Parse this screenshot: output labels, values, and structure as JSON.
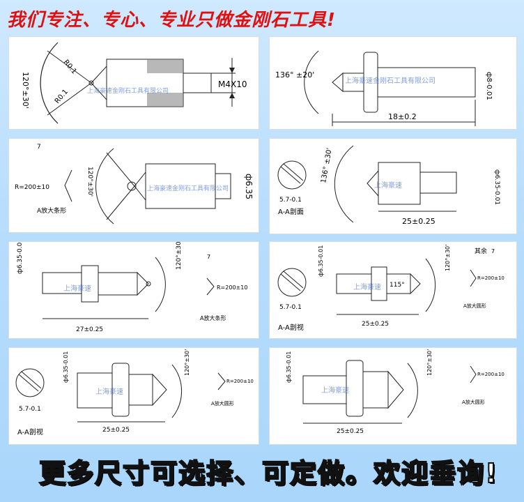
{
  "header": {
    "slogan": "我们专注、专心、专业只做金刚石工具!"
  },
  "footer": {
    "slogan": "更多尺寸可选择、可定做。欢迎垂询!"
  },
  "watermark": {
    "full": "上海豪速金刚石工具有限公司",
    "short": "上海豪速"
  },
  "colors": {
    "title_red": "#e01010",
    "bg_blue": "#b9defd",
    "stamp_red": "#e02020"
  },
  "panels": [
    {
      "id": "p1",
      "angle": "120°±30'",
      "rad_left": "R0.1",
      "thread": "M4X10"
    },
    {
      "id": "p2",
      "angle": "136° ±20'",
      "diameter": "ф8-0.01",
      "length": "18±0.2"
    },
    {
      "id": "p3",
      "finish": "7",
      "radius_note": "R=200±10",
      "detail_note": "A放大条形",
      "angle": "120°±30'",
      "diameter": "ф6.35"
    },
    {
      "id": "p4",
      "angle": "136° ±30'",
      "diameter": "ф6.35-0.01",
      "length": "25±0.25",
      "flat": "5.7-0.1",
      "section": "A-A剖面"
    },
    {
      "id": "p5",
      "finish": "7",
      "radius_note": "R=200±10",
      "detail_note": "A放大条形",
      "angle": "120°±30'",
      "diameter": "ф6.35-0.01",
      "length": "27±0.25"
    },
    {
      "id": "p6",
      "other": "其余",
      "finish": "7",
      "radius_note": "R=200±10",
      "detail_note": "A放大圆形",
      "angle": "120°±30'",
      "included": "115°",
      "diameter": "ф6.35-0.01",
      "length": "25±0.25",
      "flat": "5.7-0.1",
      "section": "A-A剖视"
    },
    {
      "id": "p7",
      "radius_note": "R=200±10",
      "detail_note": "A放大圆形",
      "angle": "120°±30'",
      "diameter": "ф6.35-0.01",
      "length": "25±0.25",
      "flat": "5.7-0.1",
      "section": "A-A剖视"
    },
    {
      "id": "p8",
      "radius_note": "R=200±10",
      "detail_note": "A放大圆形",
      "angle": "120°±30'",
      "diameter": "ф6.35-0.01",
      "length": "25±0.25"
    }
  ]
}
